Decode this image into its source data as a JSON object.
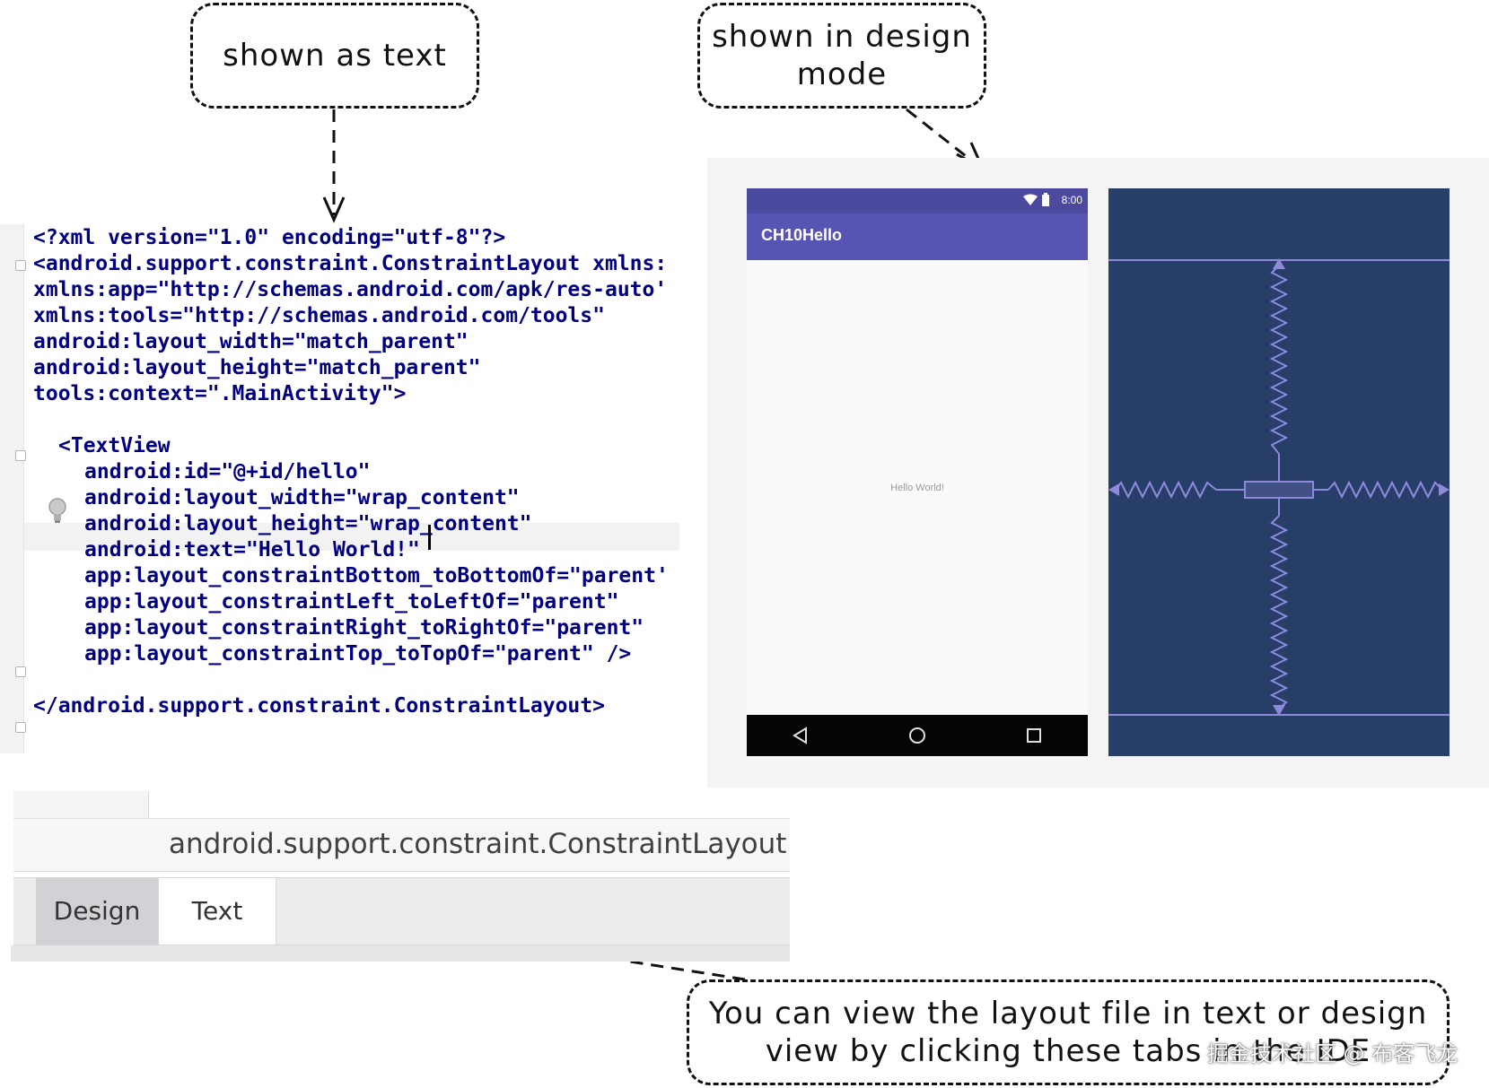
{
  "callouts": {
    "text_view": "shown as text",
    "design_view": [
      "shown in design",
      "mode"
    ],
    "tabs": [
      "You can view the layout file in text or design",
      "view by clicking these tabs in the IDE"
    ]
  },
  "code": {
    "lines": [
      "<?xml version=\"1.0\" encoding=\"utf-8\"?>",
      "<android.support.constraint.ConstraintLayout xmlns:",
      "xmlns:app=\"http://schemas.android.com/apk/res-auto'",
      "xmlns:tools=\"http://schemas.android.com/tools\"",
      "android:layout_width=\"match_parent\"",
      "android:layout_height=\"match_parent\"",
      "tools:context=\".MainActivity\">",
      "<TextView",
      "android:id=\"@+id/hello\"",
      "android:layout_width=\"wrap_content\"",
      "android:layout_height=\"wrap_content\"",
      "android:text=\"Hello World!\"",
      "app:layout_constraintBottom_toBottomOf=\"parent'",
      "app:layout_constraintLeft_toLeftOf=\"parent\"",
      "app:layout_constraintRight_toRightOf=\"parent\"",
      "app:layout_constraintTop_toTopOf=\"parent\" />",
      "</android.support.constraint.ConstraintLayout>"
    ]
  },
  "editor_panel": {
    "breadcrumb": "android.support.constraint.ConstraintLayout",
    "tabs": {
      "design": "Design",
      "text": "Text"
    }
  },
  "phone": {
    "status_time": "8:00",
    "app_title": "CH10Hello",
    "content_text": "Hello World!"
  },
  "watermark": "掘金技术社区 @ 布客飞龙",
  "colors": {
    "app_bar": "#5754b3",
    "status_bar": "#4c4a9f",
    "blueprint": "#273f68",
    "code_text": "#000080"
  }
}
